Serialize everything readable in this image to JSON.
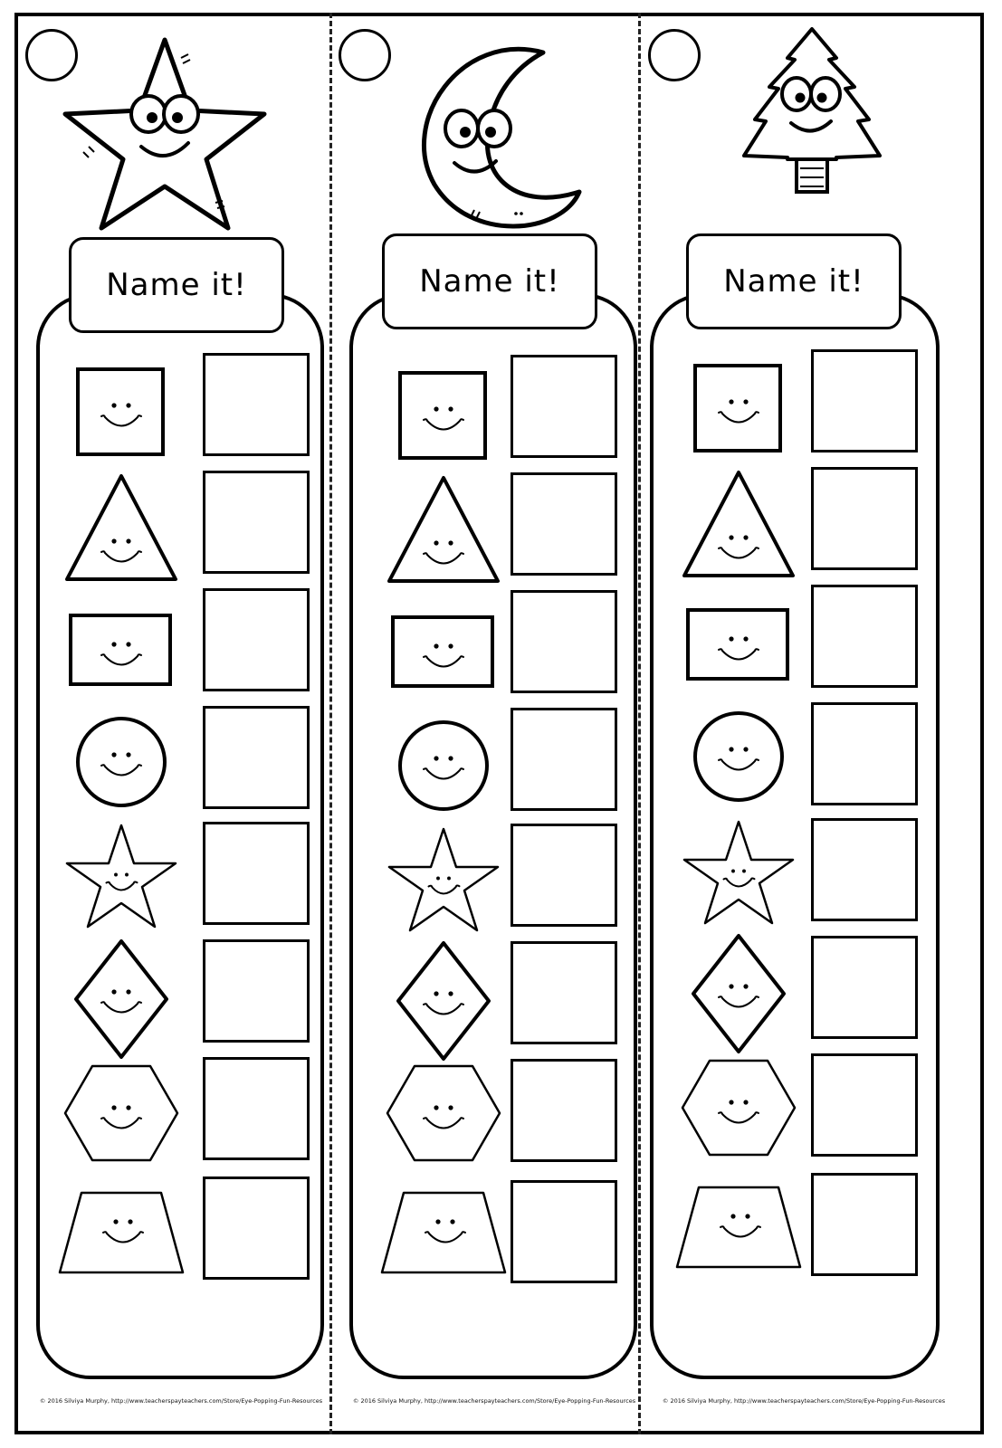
{
  "worksheet": {
    "strips": [
      {
        "top_icon": "star-icon",
        "tab_label": "Name it!",
        "shapes": [
          "square-icon",
          "triangle-icon",
          "rectangle-icon",
          "circle-icon",
          "star-icon",
          "diamond-icon",
          "hexagon-icon",
          "trapezoid-icon"
        ],
        "answer_box_count": 8,
        "copyright": "© 2016 Silviya Murphy, http://www.teacherspayteachers.com/Store/Eye-Popping-Fun-Resources"
      },
      {
        "top_icon": "moon-icon",
        "tab_label": "Name it!",
        "shapes": [
          "square-icon",
          "triangle-icon",
          "rectangle-icon",
          "circle-icon",
          "star-icon",
          "diamond-icon",
          "hexagon-icon",
          "trapezoid-icon"
        ],
        "answer_box_count": 8,
        "copyright": "© 2016 Silviya Murphy, http://www.teacherspayteachers.com/Store/Eye-Popping-Fun-Resources"
      },
      {
        "top_icon": "tree-icon",
        "tab_label": "Name it!",
        "shapes": [
          "square-icon",
          "triangle-icon",
          "rectangle-icon",
          "circle-icon",
          "star-icon",
          "diamond-icon",
          "hexagon-icon",
          "trapezoid-icon"
        ],
        "answer_box_count": 8,
        "copyright": "© 2016 Silviya Murphy, http://www.teacherspayteachers.com/Store/Eye-Popping-Fun-Resources"
      }
    ]
  }
}
